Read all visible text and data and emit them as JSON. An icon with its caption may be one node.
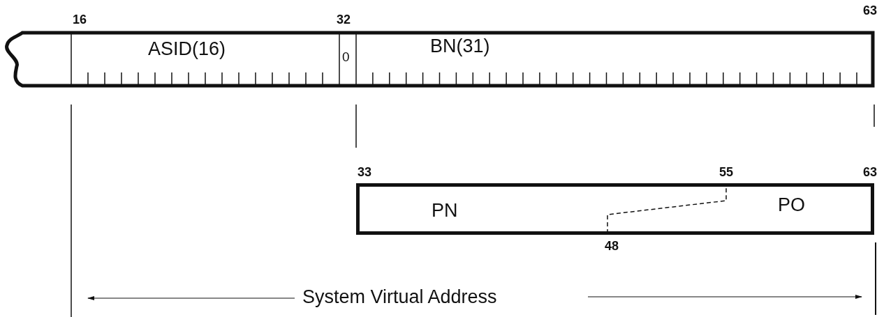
{
  "diagram": {
    "nodes": [
      {
        "text": [],
        "shape": "box"
      },
      {
        "text": [
          "ASID(16)"
        ],
        "in": 0
      },
      {
        "text": [
          "0"
        ],
        "in": 0
      },
      {
        "text": [
          "BN(31)"
        ],
        "in": 0
      },
      {
        "text": [],
        "shape": "box"
      },
      {
        "text": [
          "PN"
        ],
        "in": 4
      },
      {
        "text": [
          "PO"
        ],
        "in": 4
      }
    ],
    "edges": [],
    "labels": [
      "16",
      "32",
      "63",
      "33",
      "55",
      "63",
      "48",
      "System Virtual Address"
    ]
  }
}
